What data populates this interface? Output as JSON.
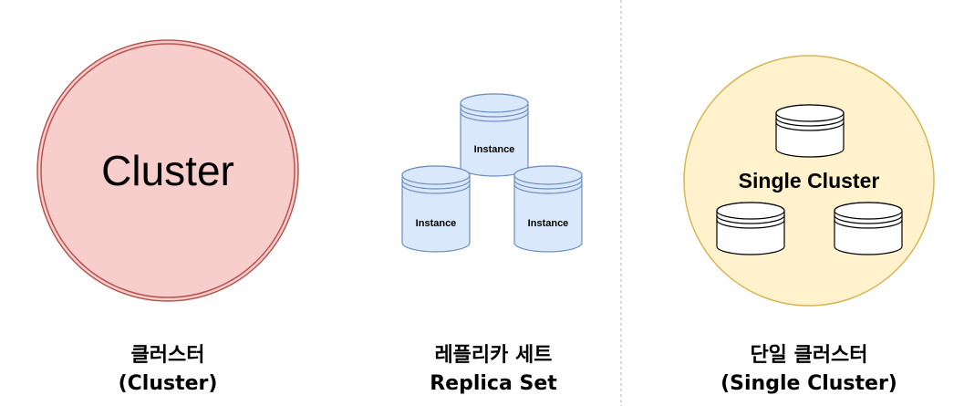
{
  "cluster_panel": {
    "circle_label": "Cluster",
    "caption_line1": "클러스터",
    "caption_line2": "(Cluster)",
    "fill_color": "#f8cecc",
    "stroke_color": "#b85450"
  },
  "replica_panel": {
    "instances": [
      "Instance",
      "Instance",
      "Instance"
    ],
    "caption_line1": "레플리카 세트",
    "caption_line2": "Replica Set",
    "fill_color": "#dae8fc",
    "stroke_color": "#6c8ebf"
  },
  "single_panel": {
    "circle_label": "Single Cluster",
    "caption_line1": "단일 클러스터",
    "caption_line2": "(Single Cluster)",
    "fill_color": "#fff2cc",
    "stroke_color": "#d6b656"
  }
}
